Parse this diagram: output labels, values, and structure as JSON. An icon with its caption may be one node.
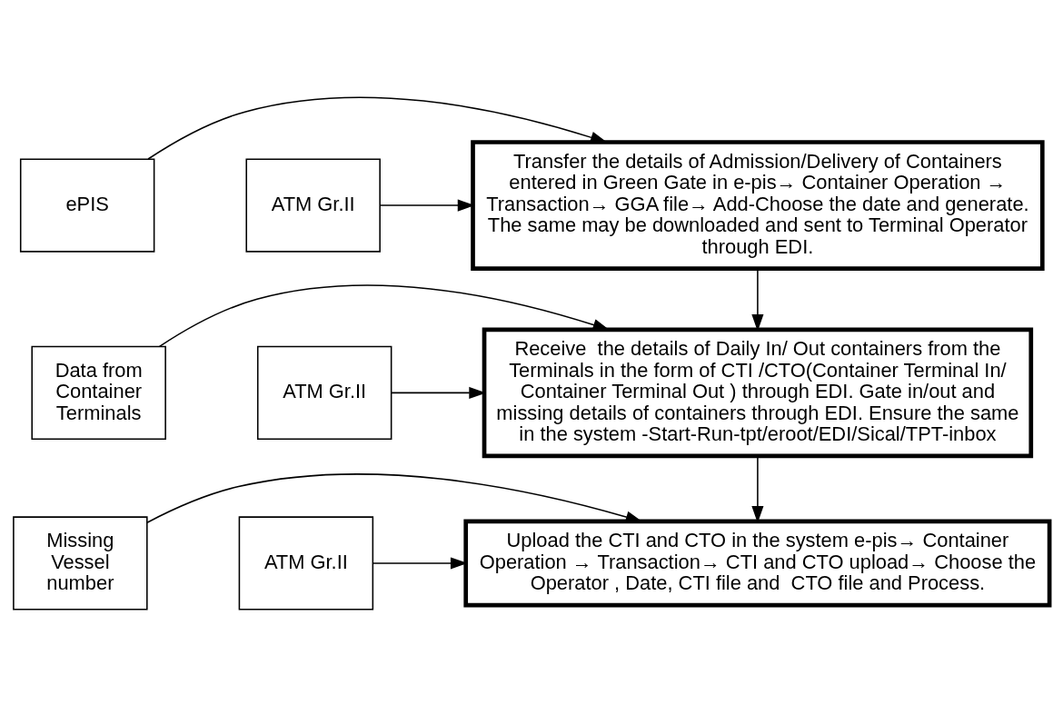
{
  "diagram": {
    "nodes": [
      {
        "text": [
          "ePIS"
        ]
      },
      {
        "text": [
          "Transfer the details of Admission/Delivery of Containers entered in Green Gate in e-pis→ Container Operation → Transaction→ GGA file→ Add-Choose the date and generate. The same may be downloaded and sent to Terminal Operator through EDI."
        ]
      },
      {
        "text": [
          "ATM Gr.II"
        ]
      },
      {
        "text": [
          "Data from Container Terminals"
        ]
      },
      {
        "text": [
          "Receive  the details of Daily In/ Out containers from the Terminals in the form of CTI /CTO(Container Terminal In/ Container Terminal Out ) through EDI. Gate in/out and missing details of containers through EDI. Ensure the same in the system -Start-Run-tpt/eroot/EDI/Sical/TPT-inbox"
        ]
      },
      {
        "text": [
          "ATM Gr.II"
        ]
      },
      {
        "text": [
          "Missing Vessel number"
        ]
      },
      {
        "text": [
          "Upload the CTI and CTO in the system e-pis→ Container Operation → Transaction→ CTI and CTO upload→ Choose the Operator , Date, CTI file and  CTO file and Process."
        ]
      },
      {
        "text": [
          "ATM Gr.II"
        ]
      }
    ],
    "edges": [
      {
        "from": 0,
        "to": 1,
        "arrow": "to"
      },
      {
        "from": 2,
        "to": 1,
        "arrow": "to"
      },
      {
        "from": 1,
        "to": 4,
        "arrow": "to"
      },
      {
        "from": 3,
        "to": 4,
        "arrow": "to"
      },
      {
        "from": 5,
        "to": 4,
        "arrow": "to"
      },
      {
        "from": 4,
        "to": 7,
        "arrow": "to"
      },
      {
        "from": 6,
        "to": 7,
        "arrow": "to"
      },
      {
        "from": 8,
        "to": 7,
        "arrow": "to"
      }
    ]
  }
}
